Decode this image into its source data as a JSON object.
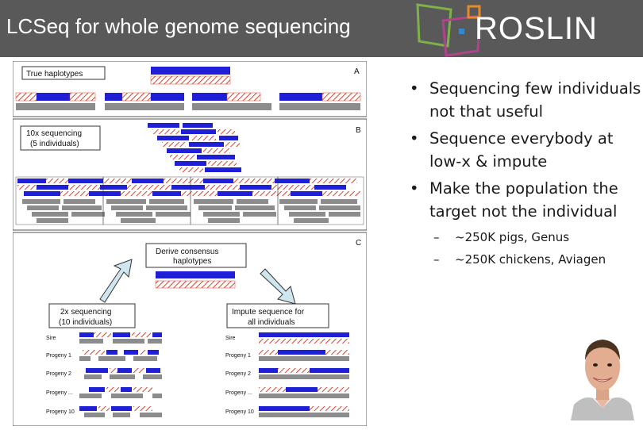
{
  "slide": {
    "title": "LCSeq for whole genome sequencing",
    "logo_text": "ROSLIN"
  },
  "figure": {
    "panel_a": {
      "letter": "A",
      "label": "True haplotypes"
    },
    "panel_b": {
      "letter": "B",
      "label_line1": "10x sequencing",
      "label_line2": "(5 individuals)"
    },
    "panel_c": {
      "letter": "C",
      "center_label_line1": "Derive consensus",
      "center_label_line2": "haplotypes",
      "left_label_line1": "2x sequencing",
      "left_label_line2": "(10 individuals)",
      "right_label_line1": "Impute sequence for",
      "right_label_line2": "all individuals",
      "row_labels": [
        "Sire",
        "Progeny 1",
        "Progeny 2",
        "Progeny ...",
        "Progeny 10"
      ]
    }
  },
  "bullets": [
    "Sequencing few individuals not that useful",
    "Sequence everybody at low-x & impute",
    "Make the population the target not the individual"
  ],
  "sub_bullets": [
    "~250K pigs, Genus",
    "~250K chickens, Aviagen"
  ],
  "colors": {
    "header": "#595959",
    "blue": "#1f1fd6",
    "hatch_red": "#d9432f",
    "grey": "#8c8c8c",
    "logo_green": "#7fb04a",
    "logo_magenta": "#b0438c",
    "logo_orange": "#e38b2c"
  }
}
